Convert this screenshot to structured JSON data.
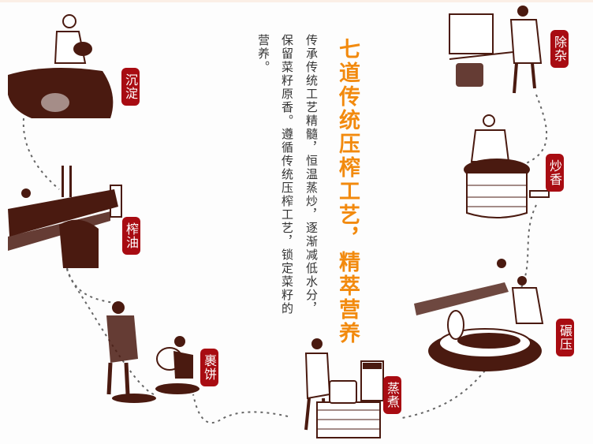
{
  "heading": {
    "title": "七道传统压榨工艺，精萃营养",
    "color": "#f28a0e"
  },
  "description": {
    "lines": [
      "传承传统工艺精髓，恒温蒸炒，逐渐减低水分，",
      "保留菜籽原香。遵循传统压榨工艺，锁定菜籽的",
      "营养。"
    ]
  },
  "steps": [
    {
      "label": "除杂",
      "icon": "cleaning-machine-illustration"
    },
    {
      "label": "炒香",
      "icon": "stir-fry-wok-illustration"
    },
    {
      "label": "碾压",
      "icon": "stone-mill-illustration"
    },
    {
      "label": "蒸煮",
      "icon": "steaming-illustration"
    },
    {
      "label": "裹饼",
      "icon": "wrapping-cake-illustration"
    },
    {
      "label": "榨油",
      "icon": "oil-press-illustration"
    },
    {
      "label": "沉淀",
      "icon": "sedimentation-illustration"
    }
  ],
  "colors": {
    "badge": "#a80c12",
    "ink": "#4a1a10",
    "text": "#333333",
    "background": "#fdfdfd"
  }
}
